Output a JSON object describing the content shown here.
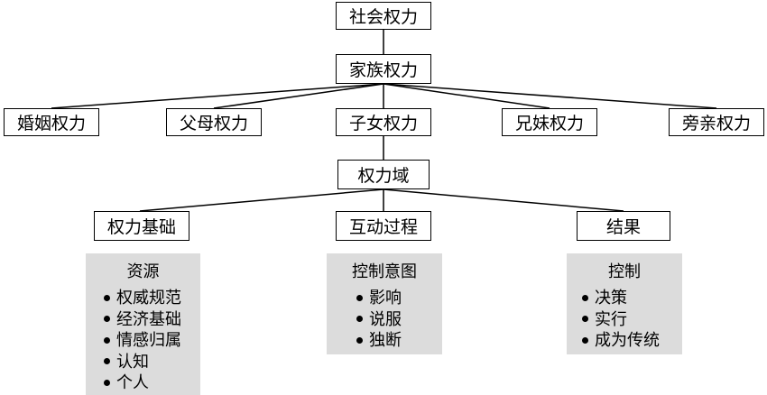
{
  "nodes": {
    "social_power": "社会权力",
    "family_power": "家族权力",
    "marriage_power": "婚姻权力",
    "parent_power": "父母权力",
    "children_power": "子女权力",
    "sibling_power": "兄妹权力",
    "collateral_power": "旁亲权力",
    "power_domain": "权力域",
    "power_basis": "权力基础",
    "interaction_process": "互动过程",
    "outcome": "结果"
  },
  "panels": {
    "resources": {
      "title": "资源",
      "items": [
        "权威规范",
        "经济基础",
        "情感归属",
        "认知",
        "个人"
      ]
    },
    "control_intent": {
      "title": "控制意图",
      "items": [
        "影响",
        "说服",
        "独断"
      ]
    },
    "control": {
      "title": "控制",
      "items": [
        "决策",
        "实行",
        "成为传统"
      ]
    }
  }
}
